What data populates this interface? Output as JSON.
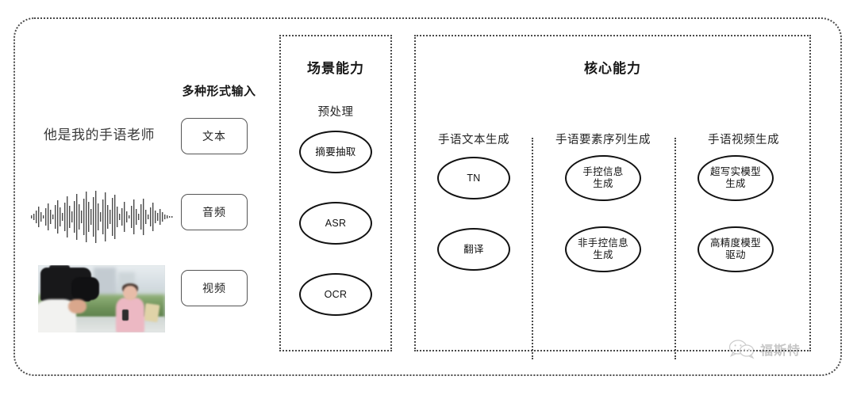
{
  "diagram": {
    "type": "flow-architecture",
    "background": "#ffffff",
    "frame_style": "dotted-rounded-rectangle",
    "border_color": "#4a4a4a",
    "node_color": "#111111"
  },
  "input_section": {
    "heading": "多种形式输入",
    "sample_text": "他是我的手语老师",
    "media": [
      {
        "name": "text-sample",
        "kind": "text"
      },
      {
        "name": "audio-waveform",
        "kind": "waveform"
      },
      {
        "name": "video-thumbnail",
        "kind": "image",
        "description": "摄像师拍摄记者"
      }
    ],
    "buttons": [
      {
        "label": "文本"
      },
      {
        "label": "音频"
      },
      {
        "label": "视频"
      }
    ]
  },
  "scene_panel": {
    "title": "场景能力",
    "columns": [
      {
        "label": "预处理",
        "nodes": [
          {
            "label": "摘要抽取"
          },
          {
            "label": "ASR"
          },
          {
            "label": "OCR"
          }
        ]
      }
    ]
  },
  "core_panel": {
    "title": "核心能力",
    "columns": [
      {
        "label": "手语文本生成",
        "nodes": [
          {
            "label": "TN"
          },
          {
            "label": "翻译"
          }
        ]
      },
      {
        "label": "手语要素序列生成",
        "nodes": [
          {
            "label": "手控信息\n生成",
            "line1": "手控信息",
            "line2": "生成"
          },
          {
            "label": "非手控信息\n生成",
            "line1": "非手控信息",
            "line2": "生成"
          }
        ]
      },
      {
        "label": "手语视频生成",
        "nodes": [
          {
            "label": "超写实模型\n生成",
            "line1": "超写实模型",
            "line2": "生成"
          },
          {
            "label": "高精度模型\n驱动",
            "line1": "高精度模型",
            "line2": "驱动"
          }
        ]
      }
    ]
  },
  "watermark": {
    "text": "福斯特",
    "icon": "wechat-icon"
  }
}
